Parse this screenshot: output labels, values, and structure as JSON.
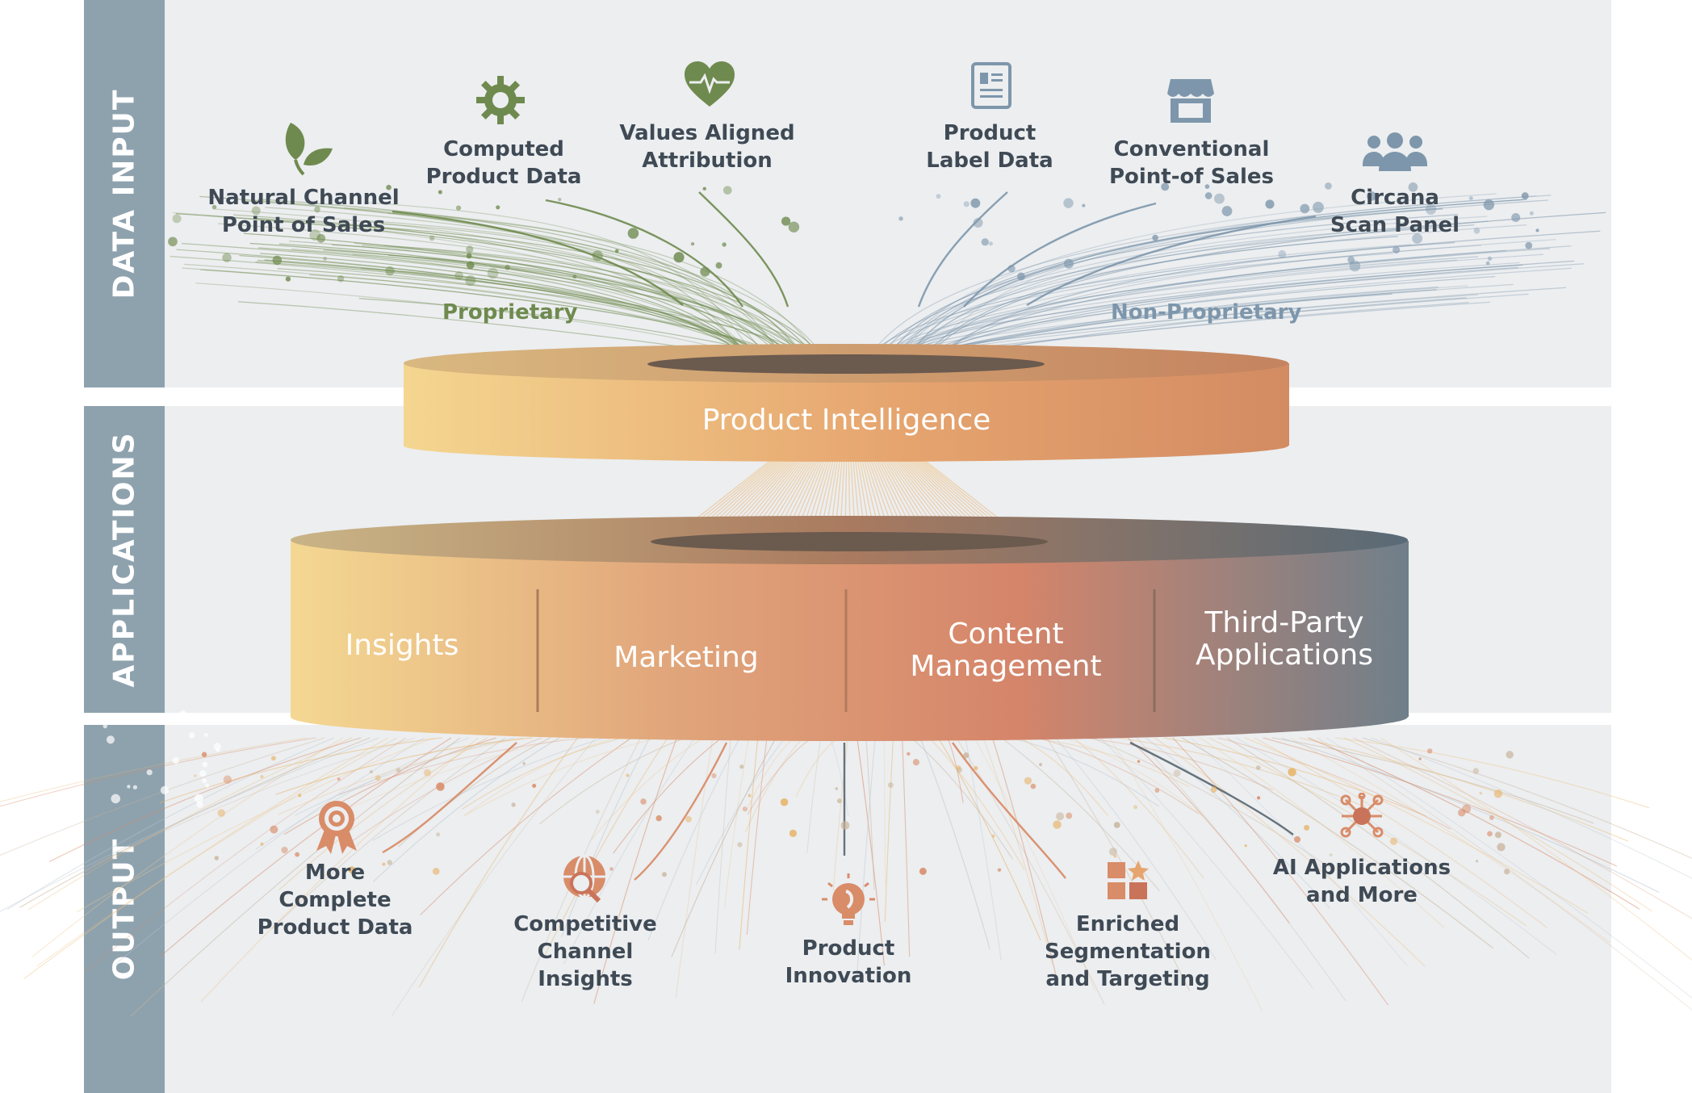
{
  "sections": {
    "input": "DATA INPUT",
    "applications": "APPLICATIONS",
    "output": "OUTPUT"
  },
  "input_groups": {
    "proprietary": "Proprietary",
    "non_proprietary": "Non-Proprietary"
  },
  "inputs": [
    {
      "label": "Natural Channel\nPoint of Sales",
      "icon": "leaf-icon"
    },
    {
      "label": "Computed\nProduct Data",
      "icon": "gear-icon"
    },
    {
      "label": "Values Aligned\nAttribution",
      "icon": "heart-pulse-icon"
    },
    {
      "label": "Product\nLabel Data",
      "icon": "label-document-icon"
    },
    {
      "label": "Conventional\nPoint-of Sales",
      "icon": "storefront-icon"
    },
    {
      "label": "Circana\nScan Panel",
      "icon": "people-group-icon"
    }
  ],
  "core": {
    "title": "Product Intelligence"
  },
  "applications": [
    {
      "label": "Insights"
    },
    {
      "label": "Marketing"
    },
    {
      "label": "Content\nManagement"
    },
    {
      "label": "Third-Party\nApplications"
    }
  ],
  "outputs": [
    {
      "label": "More\nComplete\nProduct Data",
      "icon": "award-ribbon-icon"
    },
    {
      "label": "Competitive\nChannel\nInsights",
      "icon": "globe-search-icon"
    },
    {
      "label": "Product\nInnovation",
      "icon": "lightbulb-icon"
    },
    {
      "label": "Enriched\nSegmentation\nand Targeting",
      "icon": "blocks-star-icon"
    },
    {
      "label": "AI Applications\nand More",
      "icon": "network-nodes-icon"
    }
  ],
  "colors": {
    "sidebar": "#8ea2ae",
    "band": "#eceef0",
    "proprietary": "#6f8a4e",
    "non_proprietary": "#7d96ab",
    "warm_start": "#f4d690",
    "warm_mid": "#d98c68",
    "cool_end": "#6f7f8a"
  }
}
